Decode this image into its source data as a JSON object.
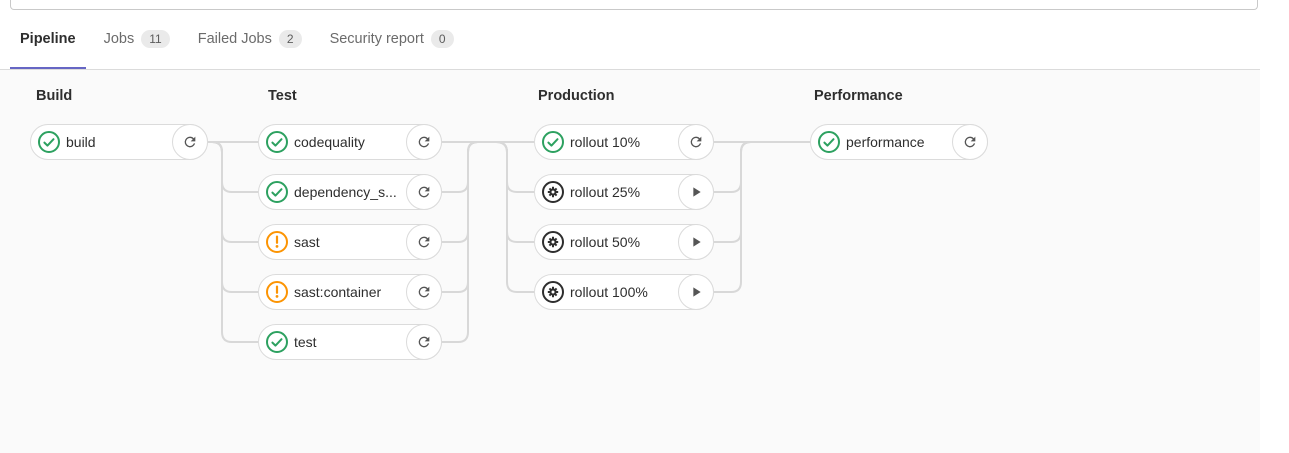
{
  "tabs": [
    {
      "label": "Pipeline",
      "active": true
    },
    {
      "label": "Jobs",
      "badge": "11"
    },
    {
      "label": "Failed Jobs",
      "badge": "2"
    },
    {
      "label": "Security report",
      "badge": "0"
    }
  ],
  "stages": [
    {
      "name": "Build",
      "jobs": [
        {
          "name": "build",
          "status": "success",
          "action": "retry"
        }
      ]
    },
    {
      "name": "Test",
      "jobs": [
        {
          "name": "codequality",
          "status": "success",
          "action": "retry"
        },
        {
          "name": "dependency_s...",
          "status": "success",
          "action": "retry"
        },
        {
          "name": "sast",
          "status": "warning",
          "action": "retry"
        },
        {
          "name": "sast:container",
          "status": "warning",
          "action": "retry"
        },
        {
          "name": "test",
          "status": "success",
          "action": "retry"
        }
      ]
    },
    {
      "name": "Production",
      "jobs": [
        {
          "name": "rollout 10%",
          "status": "success",
          "action": "retry"
        },
        {
          "name": "rollout 25%",
          "status": "manual",
          "action": "play"
        },
        {
          "name": "rollout 50%",
          "status": "manual",
          "action": "play"
        },
        {
          "name": "rollout 100%",
          "status": "manual",
          "action": "play"
        }
      ]
    },
    {
      "name": "Performance",
      "jobs": [
        {
          "name": "performance",
          "status": "success",
          "action": "retry"
        }
      ]
    }
  ],
  "colors": {
    "success": "#2da160",
    "warning": "#fc9403",
    "manual": "#2e2e2e",
    "accent_tab": "#6666c4",
    "connector": "#d8d8d8",
    "graph_bg": "#fafafa"
  }
}
